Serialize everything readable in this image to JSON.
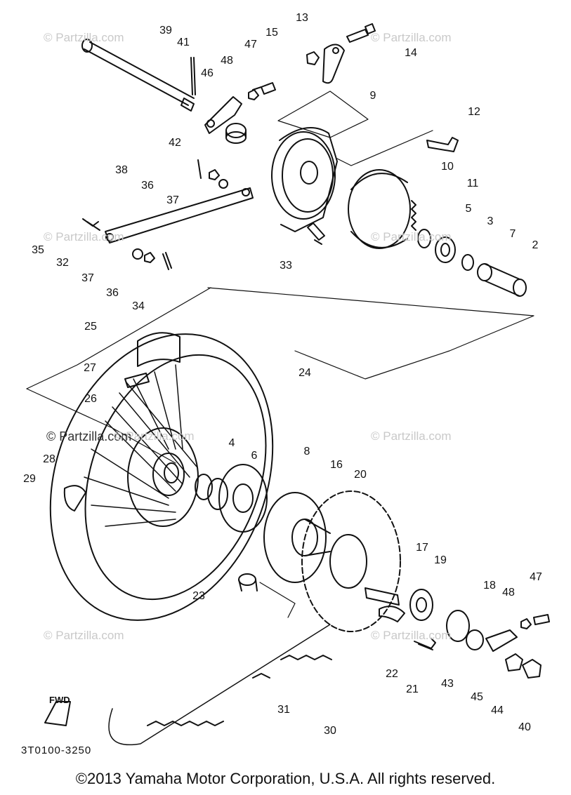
{
  "watermarks": [
    "© Partzilla.com",
    "© Partzilla.com",
    "© Partzilla.com",
    "© Partzilla.com",
    "© Partzilla.com",
    "© Partzilla.com",
    "© Partzilla.com",
    "© Partzilla.com",
    "© Partzilla.com"
  ],
  "part_labels": [
    "2",
    "3",
    "4",
    "5",
    "6",
    "7",
    "8",
    "9",
    "10",
    "11",
    "12",
    "13",
    "14",
    "15",
    "16",
    "17",
    "18",
    "19",
    "20",
    "21",
    "22",
    "23",
    "24",
    "25",
    "26",
    "27",
    "28",
    "29",
    "30",
    "31",
    "32",
    "33",
    "34",
    "35",
    "36",
    "36",
    "37",
    "37",
    "38",
    "39",
    "40",
    "41",
    "42",
    "43",
    "44",
    "45",
    "46",
    "47",
    "47",
    "48",
    "48"
  ],
  "diagram_code": "3T0100-3250",
  "fwd_text": "FWD",
  "copyright": "©2013 Yamaha Motor Corporation, U.S.A. All rights reserved."
}
